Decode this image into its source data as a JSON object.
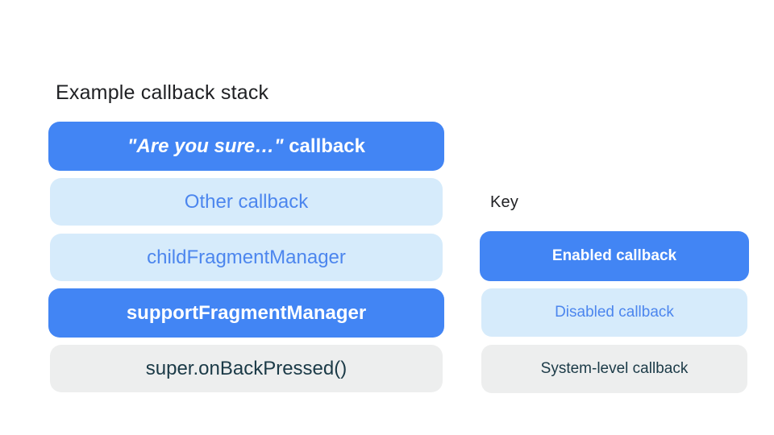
{
  "colors": {
    "enabled_bg": "#4285F4",
    "enabled_text": "#FFFFFF",
    "disabled_bg": "#D6EBFB",
    "disabled_text": "#4C86EE",
    "system_bg": "#EDEEEE",
    "system_text": "#1B3A47",
    "heading_text": "#202124",
    "page_bg": "#FFFFFF"
  },
  "stack": {
    "title": "Example callback stack",
    "items": [
      {
        "label_quote": "\"Are you sure…\"",
        "label_rest": " callback",
        "type": "enabled"
      },
      {
        "label": "Other callback",
        "type": "disabled"
      },
      {
        "label": "childFragmentManager",
        "type": "disabled"
      },
      {
        "label": "supportFragmentManager",
        "type": "enabled"
      },
      {
        "label": "super.onBackPressed()",
        "type": "system"
      }
    ]
  },
  "key": {
    "title": "Key",
    "items": [
      {
        "label": "Enabled callback",
        "type": "enabled"
      },
      {
        "label": "Disabled callback",
        "type": "disabled"
      },
      {
        "label": "System-level callback",
        "type": "system"
      }
    ]
  }
}
